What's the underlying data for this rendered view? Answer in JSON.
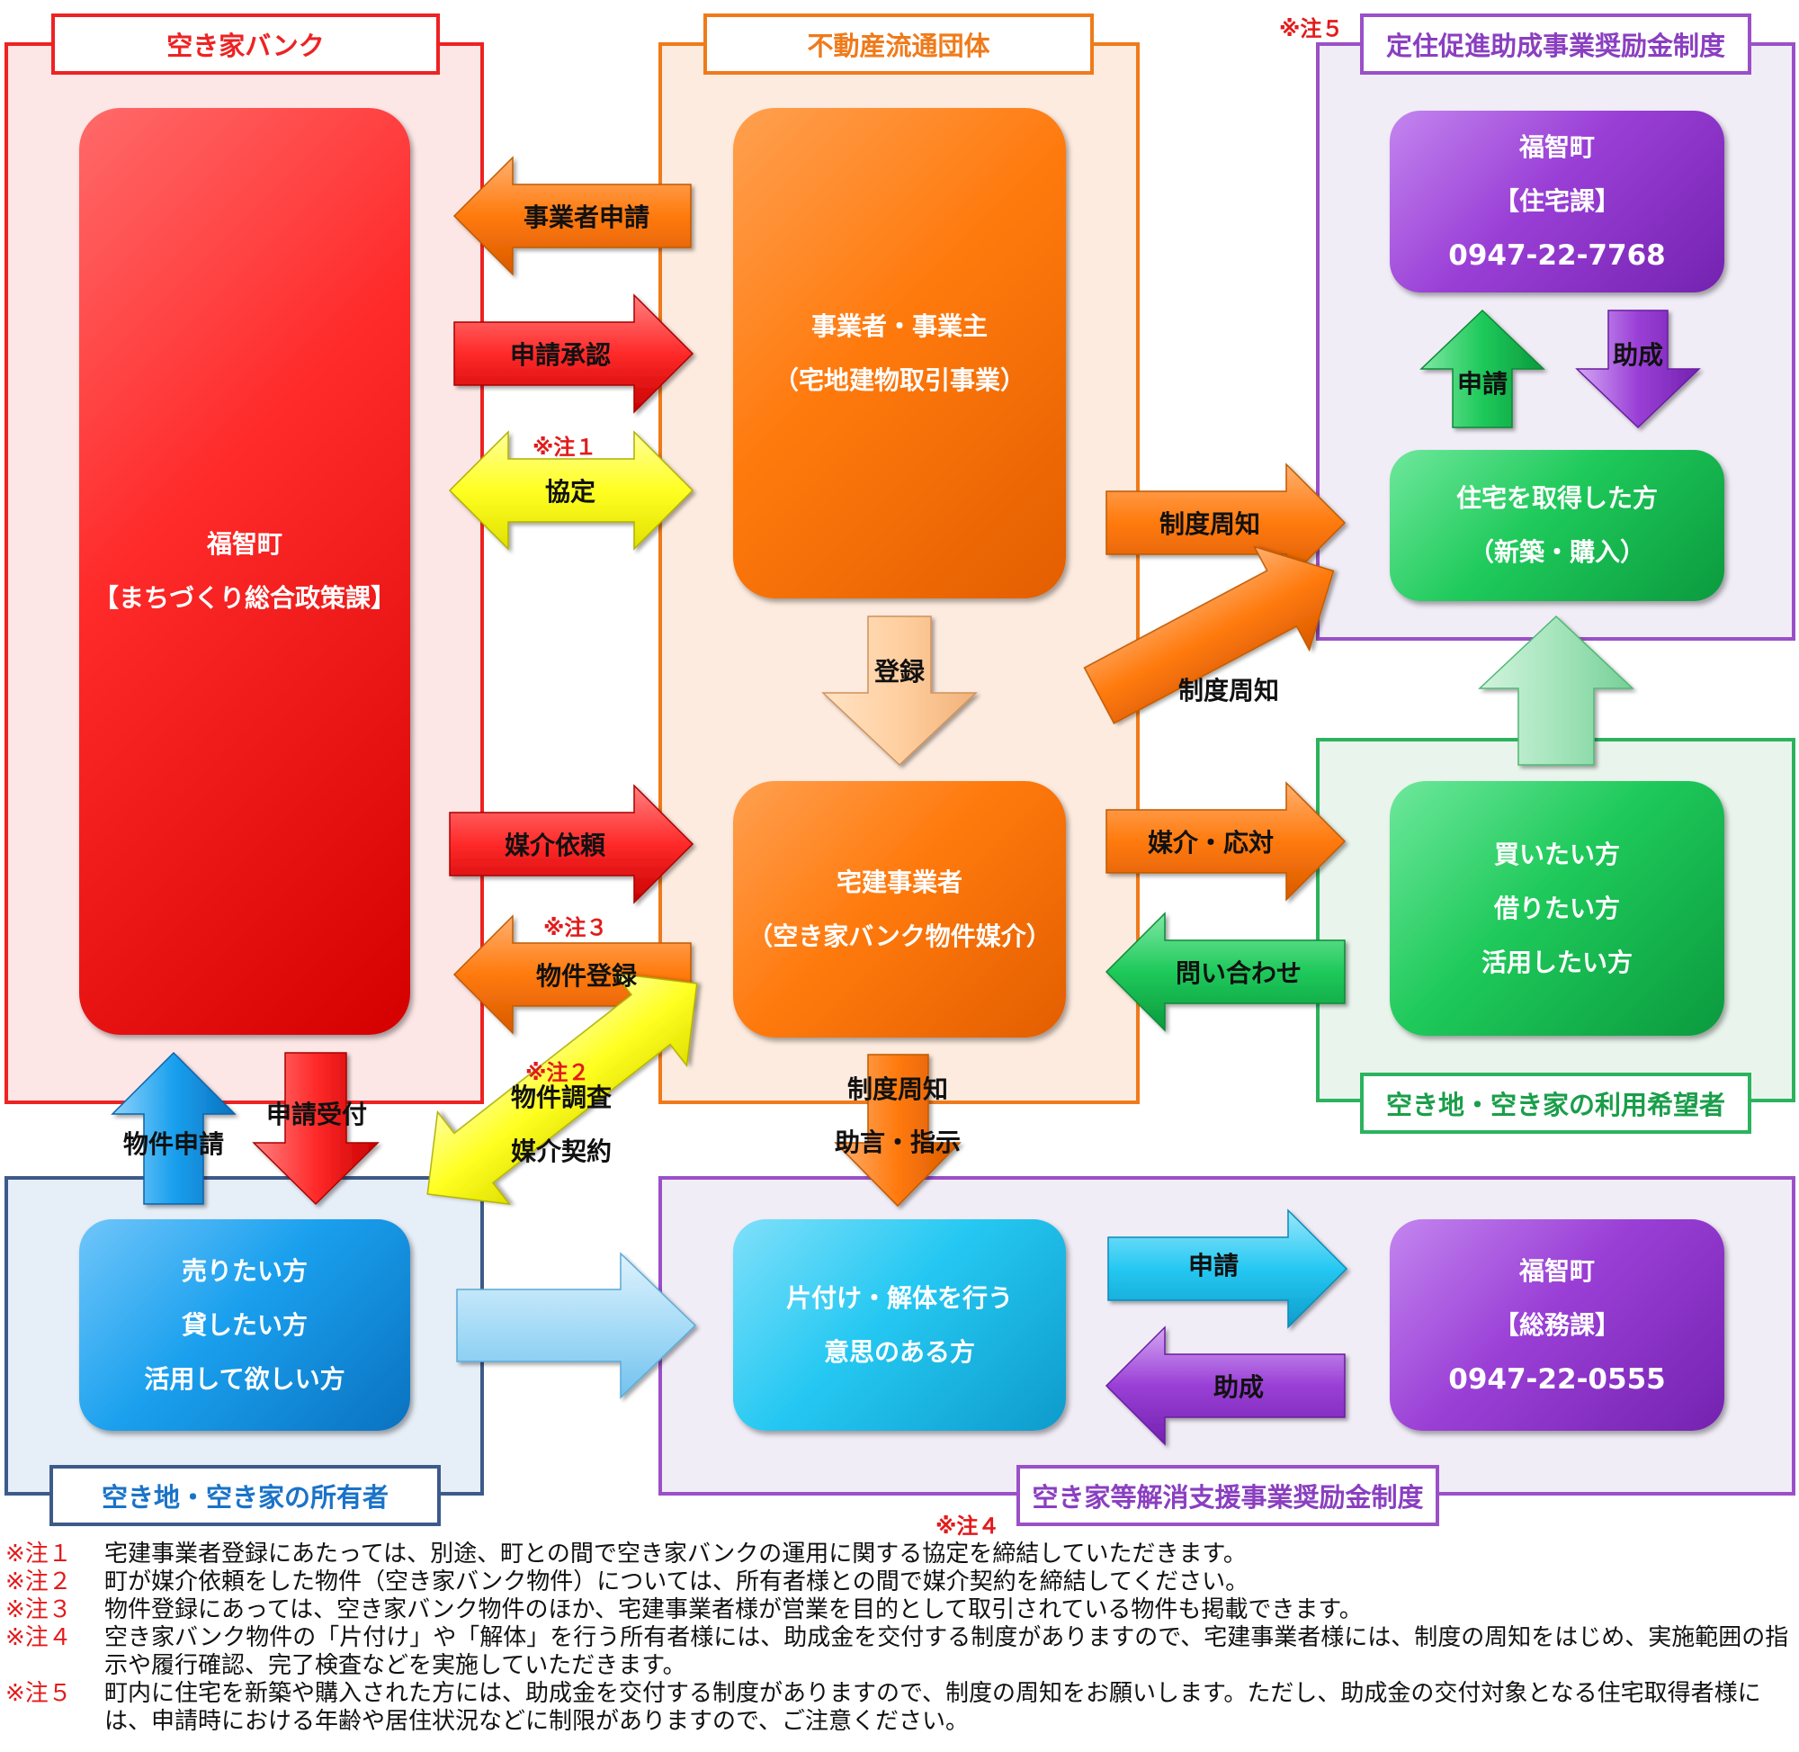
{
  "colors": {
    "red": "#ff2a2a",
    "orange": "#ff7a0d",
    "purple": "#9a3fd6",
    "green": "#1ec95a",
    "blue": "#1aa0ee",
    "cyan": "#25c8f2",
    "yellow": "#ffff22"
  },
  "regions": {
    "akiya_bank": "空き家バンク",
    "real_estate": "不動産流通団体",
    "settlement_subsidy": "定住促進助成事業奨励金制度",
    "users": "空き地・空き家の利用希望者",
    "owners": "空き地・空き家の所有者",
    "demolition_subsidy": "空き家等解消支援事業奨励金制度"
  },
  "nodes": {
    "town_policy": [
      "福智町",
      "【まちづくり総合政策課】"
    ],
    "business_owner": [
      "事業者・事業主",
      "（宅地建物取引事業）"
    ],
    "broker": [
      "宅建事業者",
      "（空き家バンク物件媒介）"
    ],
    "town_housing": [
      "福智町",
      "【住宅課】",
      "0947-22-7768"
    ],
    "home_acquirer": [
      "住宅を取得した方",
      "（新築・購入）"
    ],
    "buyers": [
      "買いたい方",
      "借りたい方",
      "活用したい方"
    ],
    "sellers": [
      "売りたい方",
      "貸したい方",
      "活用して欲しい方"
    ],
    "cleanup": [
      "片付け・解体を行う",
      "意思のある方"
    ],
    "town_general": [
      "福智町",
      "【総務課】",
      "0947-22-0555"
    ]
  },
  "note_marks": {
    "n1": "※注１",
    "n2": "※注２",
    "n3": "※注３",
    "n4": "※注４",
    "n5": "※注５"
  },
  "arrows": [
    {
      "id": "business-application",
      "label": "事業者申請",
      "color": "orange"
    },
    {
      "id": "application-approval",
      "label": "申請承認",
      "color": "red"
    },
    {
      "id": "agreement",
      "label": "協定",
      "color": "yellow"
    },
    {
      "id": "registration",
      "label": "登録",
      "color": "peach"
    },
    {
      "id": "mediation-request",
      "label": "媒介依頼",
      "color": "red"
    },
    {
      "id": "property-registration",
      "label": "物件登録",
      "color": "orange"
    },
    {
      "id": "survey-contract",
      "label": [
        "物件調査",
        "媒介契約"
      ],
      "color": "yellow"
    },
    {
      "id": "system-notice-1",
      "label": "制度周知",
      "color": "orange"
    },
    {
      "id": "system-notice-2",
      "label": "制度周知",
      "color": "orange"
    },
    {
      "id": "mediation-response",
      "label": "媒介・応対",
      "color": "orange"
    },
    {
      "id": "inquiry",
      "label": "問い合わせ",
      "color": "green"
    },
    {
      "id": "housing-apply",
      "label": "申請",
      "color": "green"
    },
    {
      "id": "housing-grant",
      "label": "助成",
      "color": "purple"
    },
    {
      "id": "users-to-acquirer",
      "label": "",
      "color": "lightgreen"
    },
    {
      "id": "property-application",
      "label": "物件申請",
      "color": "blue"
    },
    {
      "id": "application-receipt",
      "label": "申請受付",
      "color": "red"
    },
    {
      "id": "advice-instruction",
      "label": [
        "制度周知",
        "助言・指示"
      ],
      "color": "orange"
    },
    {
      "id": "owners-to-cleanup",
      "label": "",
      "color": "lightblue"
    },
    {
      "id": "cleanup-apply",
      "label": "申請",
      "color": "cyan"
    },
    {
      "id": "cleanup-grant",
      "label": "助成",
      "color": "purple"
    }
  ],
  "notes": [
    {
      "key": "※注１",
      "text": "宅建事業者登録にあたっては、別途、町との間で空き家バンクの運用に関する協定を締結していただきます。"
    },
    {
      "key": "※注２",
      "text": "町が媒介依頼をした物件（空き家バンク物件）については、所有者様との間で媒介契約を締結してください。"
    },
    {
      "key": "※注３",
      "text": "物件登録にあっては、空き家バンク物件のほか、宅建事業者様が営業を目的として取引されている物件も掲載できます。"
    },
    {
      "key": "※注４",
      "text": "空き家バンク物件の「片付け」や「解体」を行う所有者様には、助成金を交付する制度がありますので、宅建事業者様には、制度の周知をはじめ、実施範囲の指示や履行確認、完了検査などを実施していただきます。"
    },
    {
      "key": "※注５",
      "text": "町内に住宅を新築や購入された方には、助成金を交付する制度がありますので、制度の周知をお願いします。ただし、助成金の交付対象となる住宅取得者様には、申請時における年齢や居住状況などに制限がありますので、ご注意ください。"
    }
  ]
}
